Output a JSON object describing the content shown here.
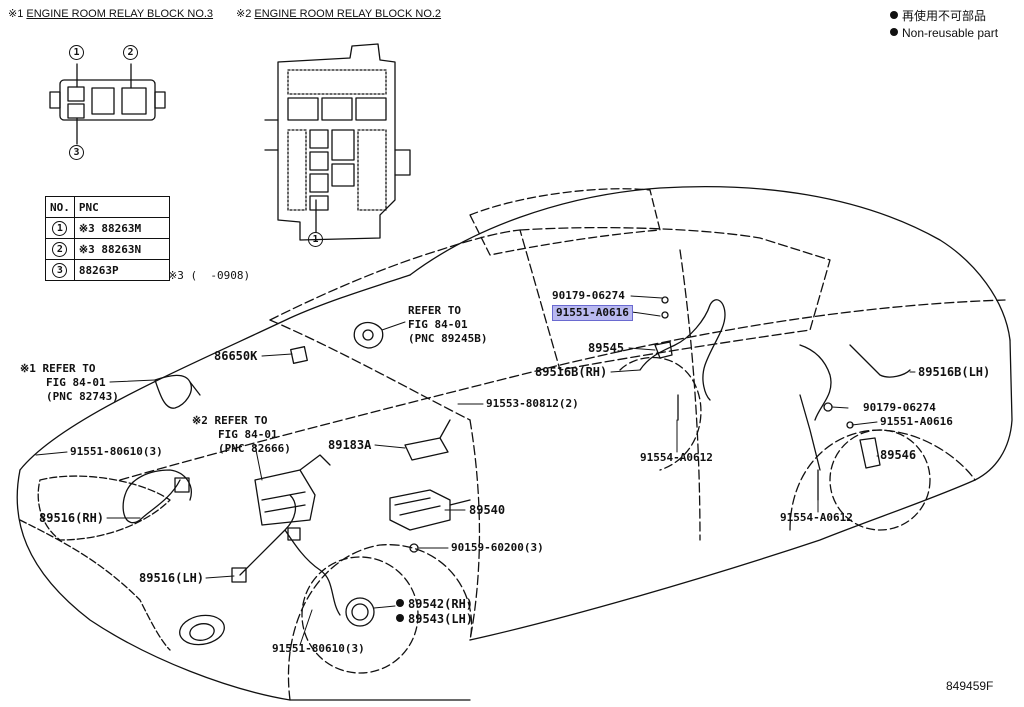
{
  "header": {
    "relay3": {
      "mark": "※1",
      "title": "ENGINE ROOM RELAY BLOCK NO.3"
    },
    "relay2": {
      "mark": "※2",
      "title": "ENGINE ROOM RELAY BLOCK NO.2"
    }
  },
  "legend": {
    "japanese": "再使用不可部品",
    "english": "Non-reusable part"
  },
  "relay_callouts": {
    "c1": "1",
    "c2": "2",
    "c3": "3"
  },
  "pnc_table": {
    "headers": [
      "NO.",
      "PNC"
    ],
    "rows": [
      {
        "no": "1",
        "mark": "※3",
        "pnc": "88263M"
      },
      {
        "no": "2",
        "mark": "※3",
        "pnc": "88263N"
      },
      {
        "no": "3",
        "mark": "",
        "pnc": "88263P"
      }
    ]
  },
  "note3": "※3 (  -0908)",
  "refs": {
    "r1": {
      "mark": "※1",
      "line1": "REFER TO",
      "line2": "FIG 84-01",
      "line3": "(PNC 82743)"
    },
    "r2": {
      "mark": "※2",
      "line1": "REFER TO",
      "line2": "FIG 84-01",
      "line3": "(PNC 82666)"
    },
    "r3": {
      "line1": "REFER TO",
      "line2": "FIG 84-01",
      "line3": "(PNC 89245B)"
    }
  },
  "parts": {
    "p90179_a": "90179-06274",
    "p91551_a": "91551-A0616",
    "p89545": "89545",
    "p89516b_rh": "89516B(RH)",
    "p86650k": "86650K",
    "p91553": "91553-80812(2)",
    "p89183a": "89183A",
    "p91551_80610_a": "91551-80610(3)",
    "p89516_rh": "89516(RH)",
    "p89540": "89540",
    "p90159": "90159-60200(3)",
    "p89516_lh": "89516(LH)",
    "p89542_rh": "89542(RH)",
    "p89543_lh": "89543(LH)",
    "p91551_80610_b": "91551-80610(3)",
    "p91554_a": "91554-A0612",
    "p89516b_lh": "89516B(LH)",
    "p90179_b": "90179-06274",
    "p91551_b": "91551-A0616",
    "p89546": "89546",
    "p91554_b": "91554-A0612"
  },
  "figure_id": "849459F"
}
